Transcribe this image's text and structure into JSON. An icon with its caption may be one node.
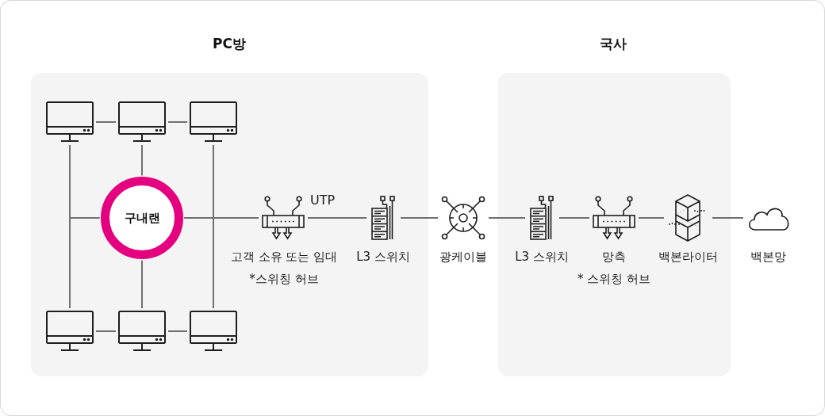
{
  "diagram": {
    "nodes": [
      {
        "text": [
          "PC방"
        ]
      },
      {
        "text": [],
        "shape": "picture",
        "in": 0
      },
      {
        "text": [],
        "shape": "picture",
        "in": 0
      },
      {
        "text": [],
        "shape": "picture",
        "in": 0
      },
      {
        "text": [],
        "shape": "picture",
        "in": 0
      },
      {
        "text": [],
        "shape": "picture",
        "in": 0
      },
      {
        "text": [],
        "shape": "picture",
        "in": 0
      },
      {
        "text": [
          "구내랜"
        ],
        "in": 0
      },
      {
        "text": [],
        "shape": "picture",
        "in": 0,
        "beside": [
          "고객 소유 또는 임대",
          "*스위칭 허브"
        ]
      },
      {
        "text": [],
        "shape": "picture",
        "in": 0,
        "beside": [
          "L3 스위치"
        ]
      },
      {
        "text": [
          "국사"
        ]
      },
      {
        "text": [],
        "shape": "picture",
        "beside": [
          "광케이블"
        ]
      },
      {
        "text": [],
        "shape": "picture",
        "in": 10,
        "beside": [
          "L3 스위치"
        ]
      },
      {
        "text": [],
        "shape": "picture",
        "in": 10,
        "beside": [
          "망측",
          "* 스위칭 허브"
        ]
      },
      {
        "text": [],
        "shape": "picture",
        "in": 10,
        "beside": [
          "백본라이터"
        ]
      },
      {
        "text": [],
        "shape": "cloud",
        "beside": [
          "백본망"
        ]
      }
    ],
    "edges": [
      {
        "from": 1,
        "to": 2,
        "arrow": "none"
      },
      {
        "from": 2,
        "to": 3,
        "arrow": "none"
      },
      {
        "from": 4,
        "to": 5,
        "arrow": "none"
      },
      {
        "from": 5,
        "to": 6,
        "arrow": "none"
      },
      {
        "from": 7,
        "to": 1,
        "arrow": "none"
      },
      {
        "from": 7,
        "to": 4,
        "arrow": "none"
      },
      {
        "from": 7,
        "to": 2,
        "arrow": "none"
      },
      {
        "from": 7,
        "to": 5,
        "arrow": "none"
      },
      {
        "from": 7,
        "to": 3,
        "arrow": "none"
      },
      {
        "from": 7,
        "to": 6,
        "arrow": "none"
      },
      {
        "from": 7,
        "to": 8,
        "arrow": "none"
      },
      {
        "from": 8,
        "to": 9,
        "arrow": "none",
        "label": "UTP"
      },
      {
        "from": 9,
        "to": 11,
        "arrow": "none"
      },
      {
        "from": 11,
        "to": 12,
        "arrow": "none"
      },
      {
        "from": 12,
        "to": 13,
        "arrow": "none"
      },
      {
        "from": 13,
        "to": 14,
        "arrow": "none"
      },
      {
        "from": 14,
        "to": 15,
        "arrow": "none"
      }
    ]
  }
}
